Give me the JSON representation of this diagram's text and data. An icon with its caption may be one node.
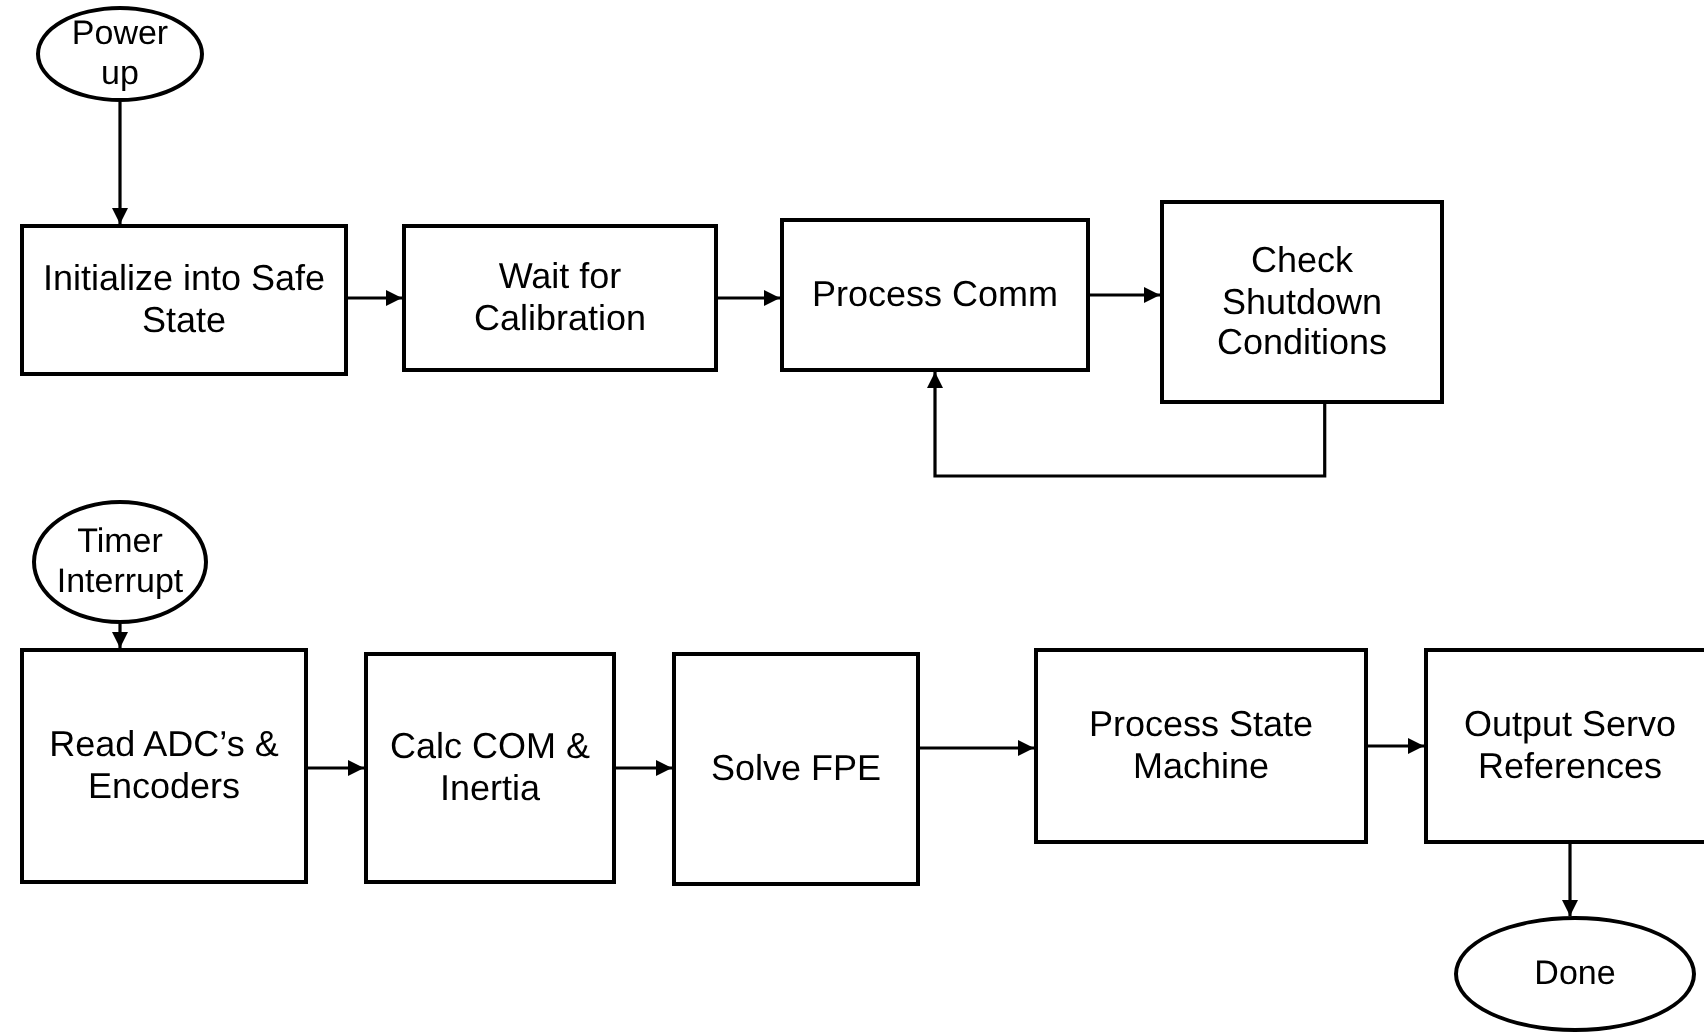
{
  "diagram": {
    "nodes": [
      {
        "text": [
          "Power up"
        ]
      },
      {
        "text": [
          "Initialize into Safe State"
        ]
      },
      {
        "text": [
          "Wait for Calibration"
        ]
      },
      {
        "text": [
          "Process Comm"
        ]
      },
      {
        "text": [
          "Check Shutdown Conditions"
        ]
      },
      {
        "text": [
          "Timer Interrupt"
        ]
      },
      {
        "text": [
          "Read ADC’s & Encoders"
        ]
      },
      {
        "text": [
          "Calc COM & Inertia"
        ]
      },
      {
        "text": [
          "Solve FPE"
        ]
      },
      {
        "text": [
          "Process State Machine"
        ]
      },
      {
        "text": [
          "Output Servo References"
        ]
      },
      {
        "text": [
          "Done"
        ]
      }
    ],
    "edges": [
      {
        "from": 0,
        "to": 1,
        "arrow": "to"
      },
      {
        "from": 1,
        "to": 2,
        "arrow": "to"
      },
      {
        "from": 2,
        "to": 3,
        "arrow": "to"
      },
      {
        "from": 3,
        "to": 4,
        "arrow": "to"
      },
      {
        "from": 4,
        "to": 3,
        "arrow": "to"
      },
      {
        "from": 5,
        "to": 6,
        "arrow": "to"
      },
      {
        "from": 6,
        "to": 7,
        "arrow": "to"
      },
      {
        "from": 7,
        "to": 8,
        "arrow": "to"
      },
      {
        "from": 8,
        "to": 9,
        "arrow": "to"
      },
      {
        "from": 9,
        "to": 10,
        "arrow": "to"
      },
      {
        "from": 10,
        "to": 11,
        "arrow": "to"
      }
    ]
  }
}
